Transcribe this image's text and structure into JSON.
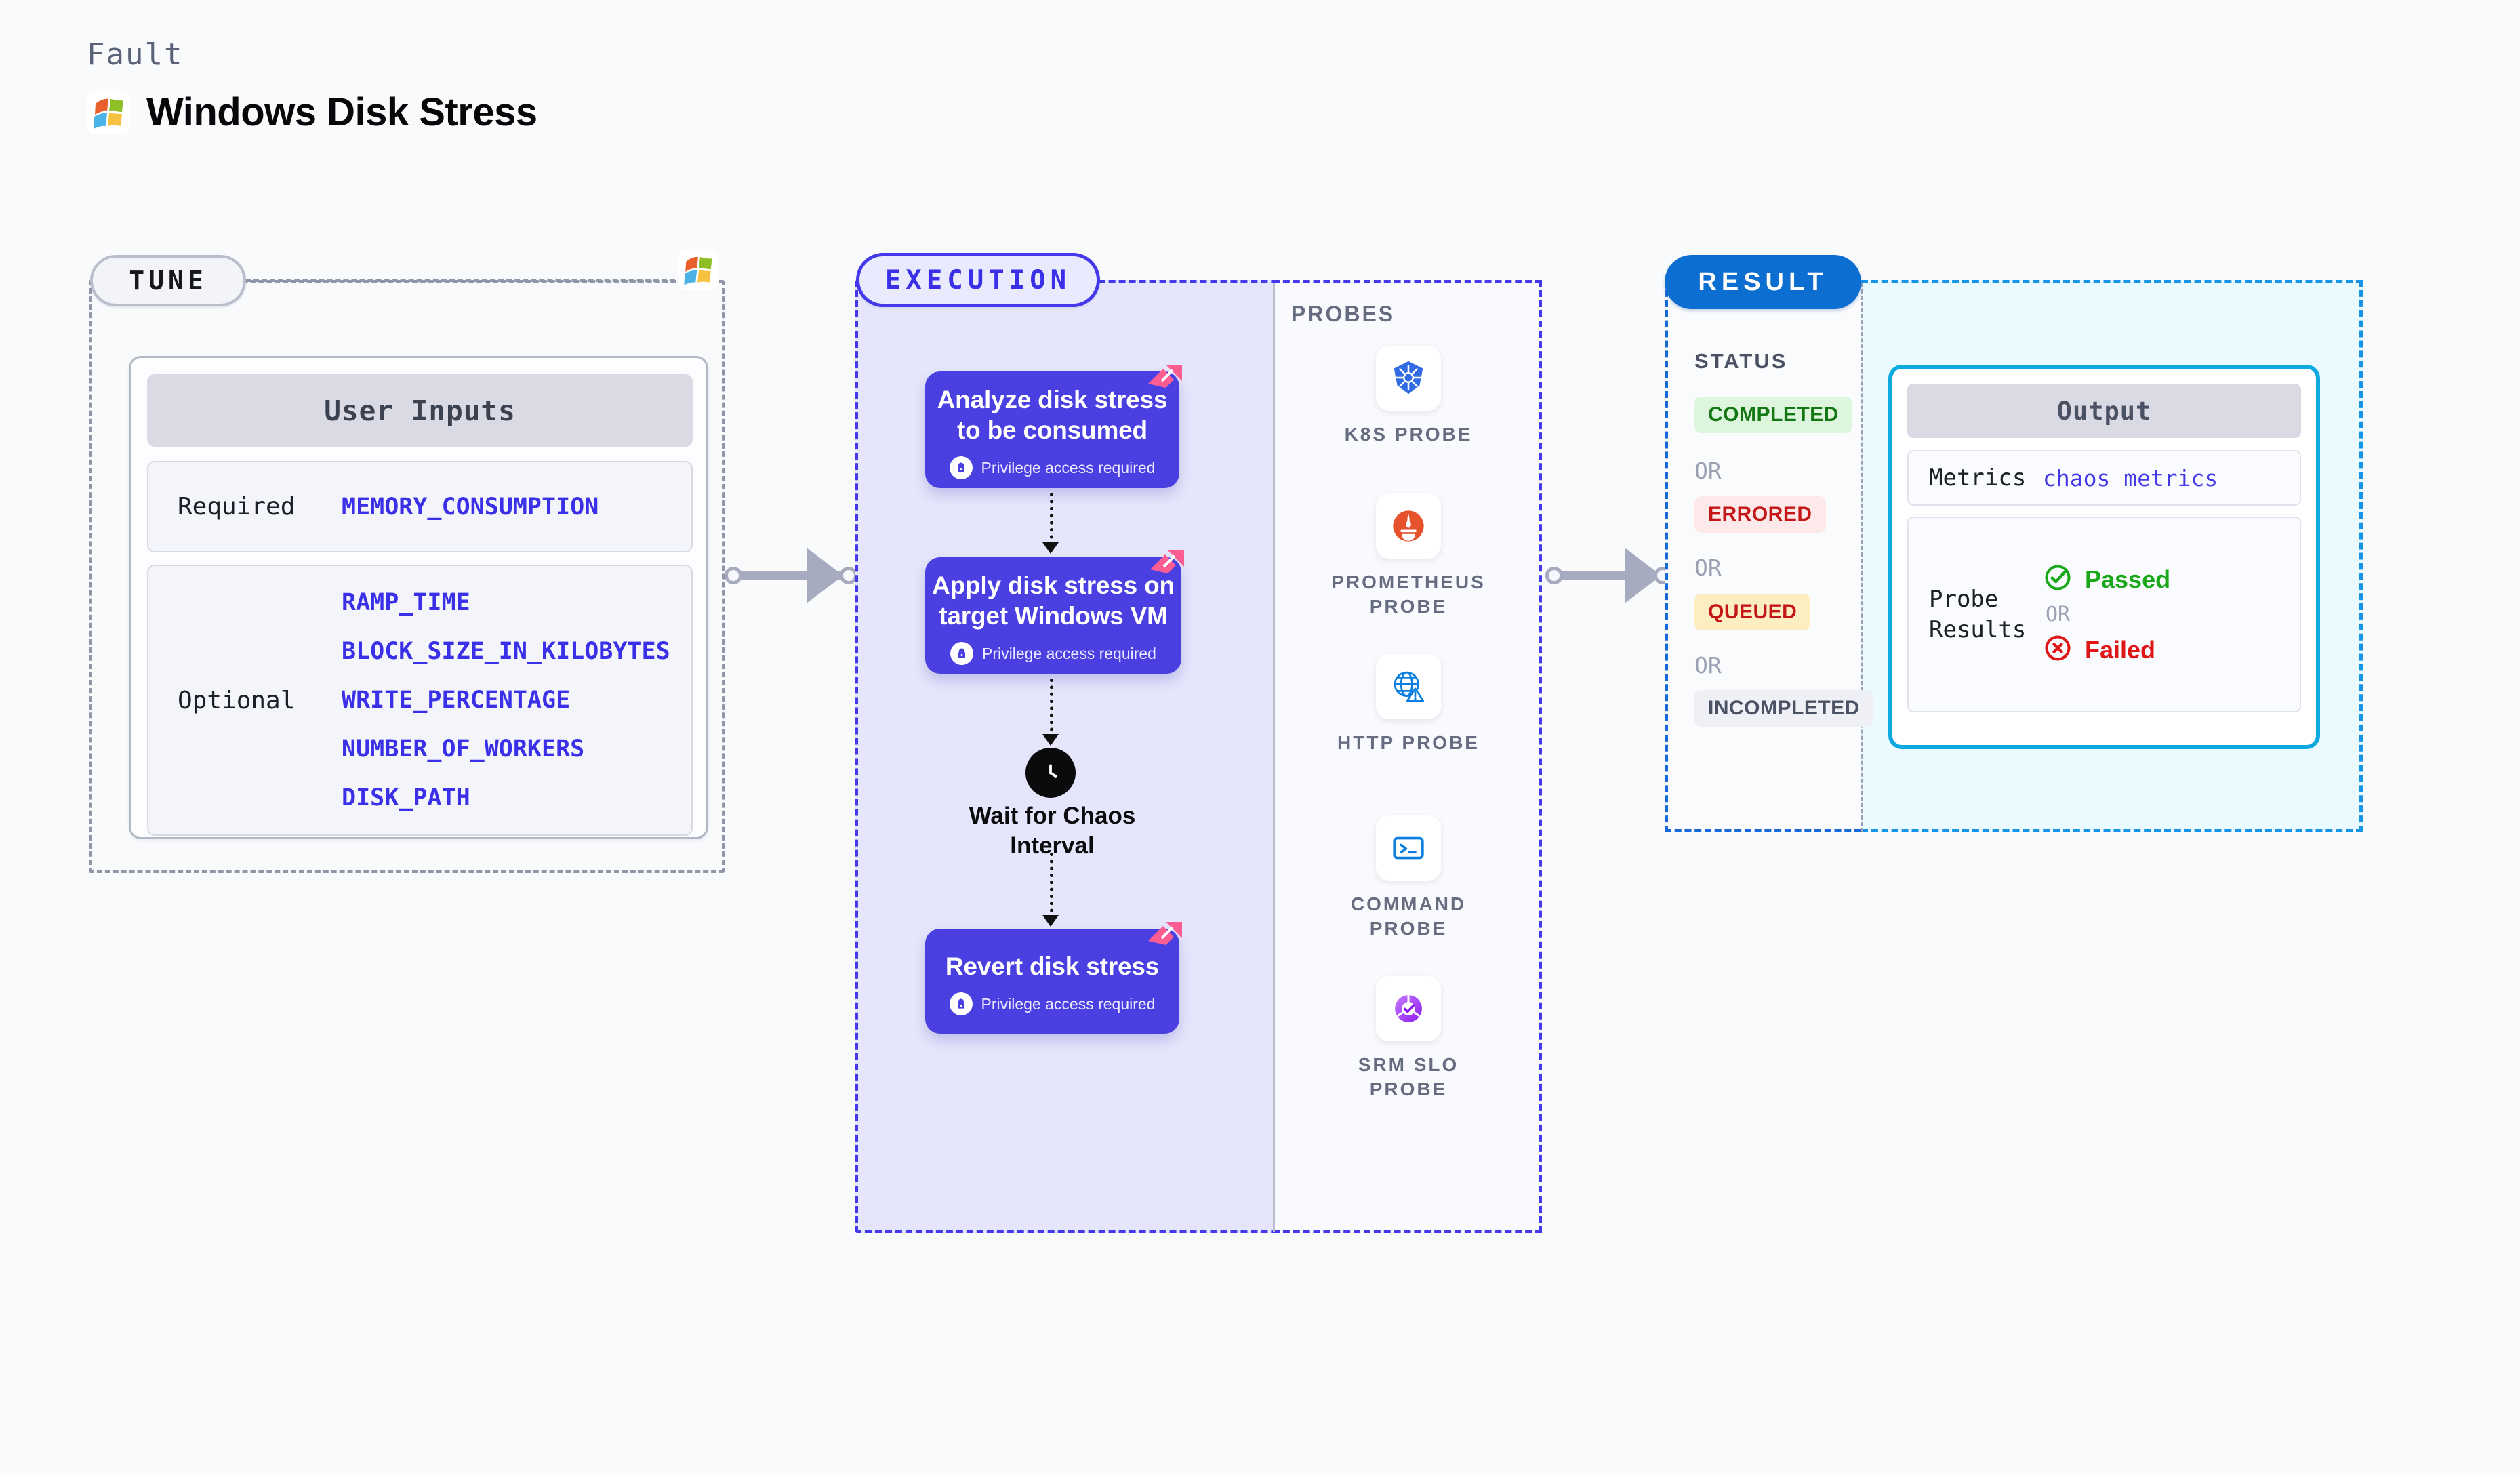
{
  "header": {
    "kicker": "Fault",
    "title": "Windows Disk Stress",
    "logo_icon": "windows-logo-icon"
  },
  "tune": {
    "pill_label": "TUNE",
    "logo_icon": "windows-logo-icon",
    "card": {
      "header": "User Inputs",
      "groups": [
        {
          "label": "Required",
          "values": [
            "MEMORY_CONSUMPTION"
          ]
        },
        {
          "label": "Optional",
          "values": [
            "RAMP_TIME",
            "BLOCK_SIZE_IN_KILOBYTES",
            "WRITE_PERCENTAGE",
            "NUMBER_OF_WORKERS",
            "DISK_PATH"
          ]
        }
      ]
    }
  },
  "execution": {
    "pill_label": "EXECUTION",
    "steps": [
      {
        "title": "Analyze disk stress to be consumed",
        "sub": "Privilege access required",
        "lock_icon": "lock-icon",
        "badge_icon": "litmus-ribbon-icon"
      },
      {
        "title": "Apply disk stress on target Windows VM",
        "sub": "Privilege access required",
        "lock_icon": "lock-icon",
        "badge_icon": "litmus-ribbon-icon"
      },
      {
        "title": "Revert disk stress",
        "sub": "Privilege access required",
        "lock_icon": "lock-icon",
        "badge_icon": "litmus-ribbon-icon"
      }
    ],
    "wait": {
      "label": "Wait for Chaos Interval",
      "icon": "clock-icon"
    }
  },
  "probes": {
    "section_label": "PROBES",
    "items": [
      {
        "name": "K8S PROBE",
        "icon": "kubernetes-icon"
      },
      {
        "name": "PROMETHEUS PROBE",
        "icon": "prometheus-icon"
      },
      {
        "name": "HTTP PROBE",
        "icon": "http-globe-warning-icon"
      },
      {
        "name": "COMMAND PROBE",
        "icon": "terminal-icon"
      },
      {
        "name": "SRM SLO PROBE",
        "icon": "srm-slo-icon"
      }
    ]
  },
  "result": {
    "pill_label": "RESULT",
    "status_label": "STATUS",
    "or_label": "OR",
    "statuses": [
      {
        "label": "COMPLETED",
        "bg": "#dcf5dc",
        "fg": "#137713"
      },
      {
        "label": "ERRORED",
        "bg": "#fde9e9",
        "fg": "#c41616"
      },
      {
        "label": "QUEUED",
        "bg": "#fdeec2",
        "fg": "#c41616"
      },
      {
        "label": "INCOMPLETED",
        "bg": "#eef0f6",
        "fg": "#4a5163"
      }
    ],
    "output": {
      "header": "Output",
      "metrics_label": "Metrics",
      "metrics_value": "chaos metrics",
      "probe_results_label": "Probe Results",
      "passed_label": "Passed",
      "failed_label": "Failed",
      "or_label": "OR",
      "passed_icon": "check-circle-icon",
      "failed_icon": "x-circle-icon"
    }
  },
  "colors": {
    "page_bg": "#f8fafc",
    "execution_accent": "#4338ea",
    "execution_bg": "#e5e6fb",
    "result_accent": "#0d6ed1",
    "result_bg": "#eafaff",
    "step_card": "#4a3fe0",
    "mono_value": "#3a30e8",
    "ribbon": "#fd5d93"
  }
}
